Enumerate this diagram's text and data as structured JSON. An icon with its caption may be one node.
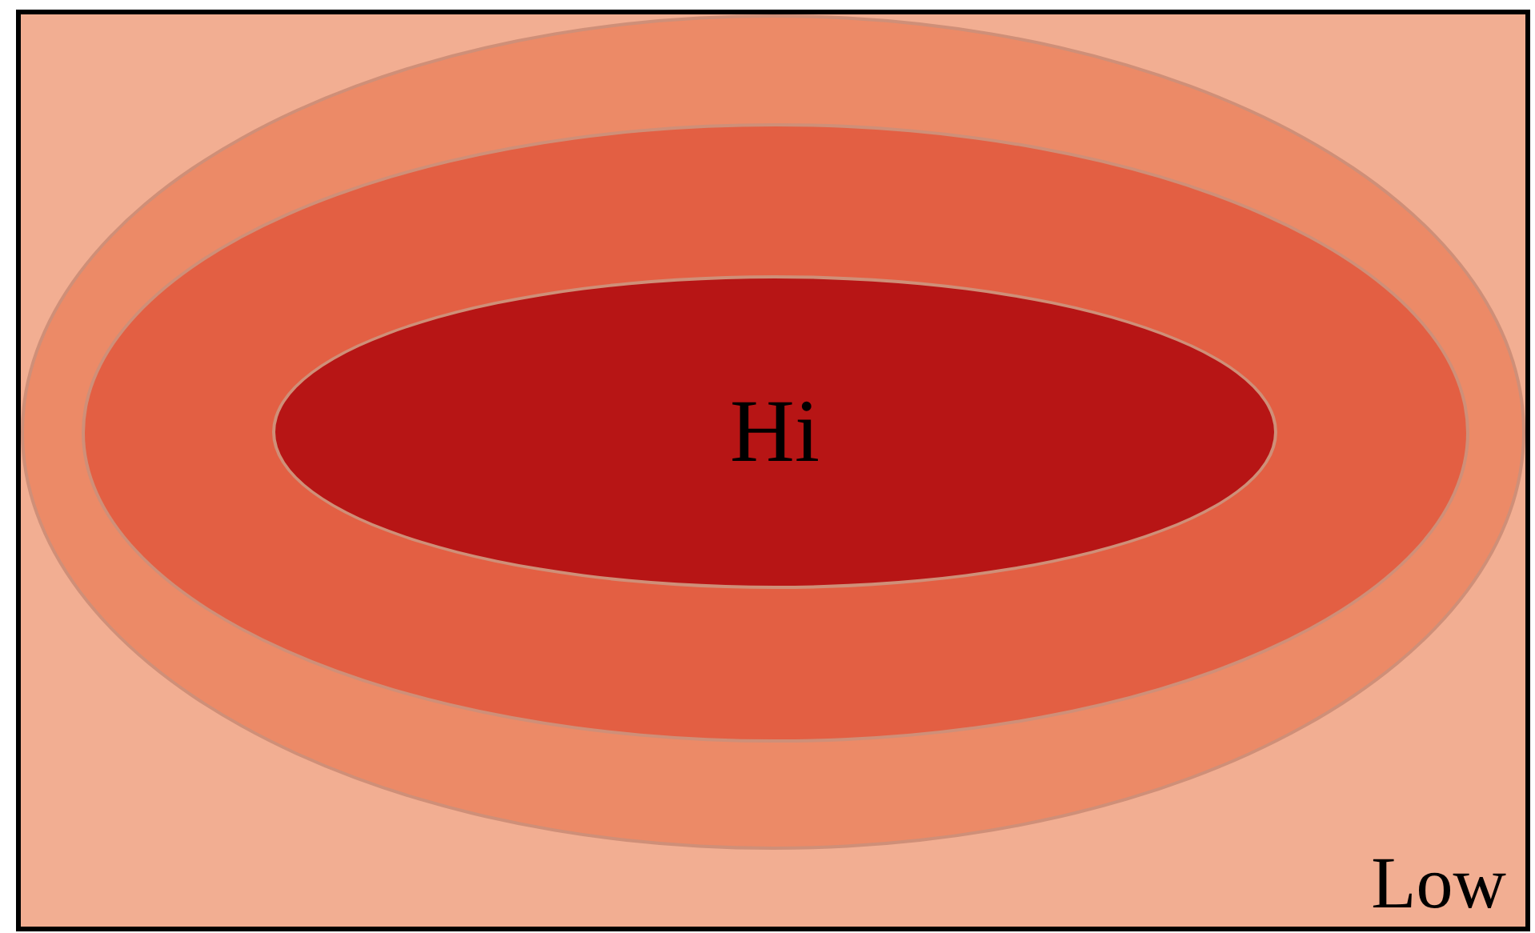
{
  "diagram": {
    "nodes": [
      {
        "text": [
          "Low"
        ]
      },
      {
        "text": [],
        "shape": "ellipse",
        "in": 0
      },
      {
        "text": [],
        "shape": "ellipse",
        "in": 1
      },
      {
        "text": [
          "Hi"
        ],
        "in": 2
      }
    ]
  }
}
